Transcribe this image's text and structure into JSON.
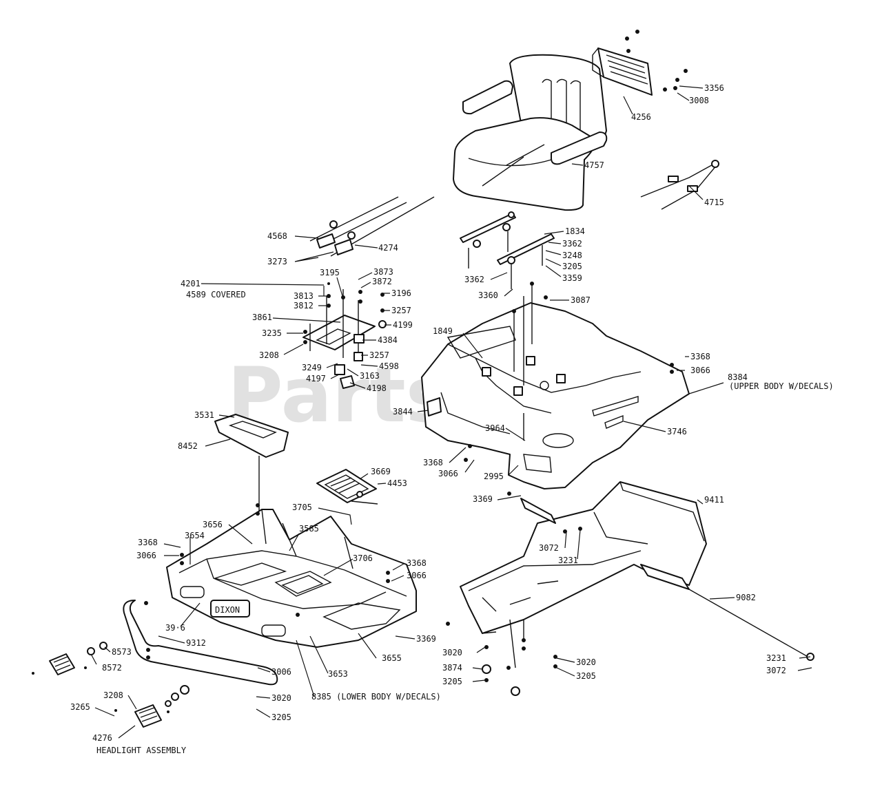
{
  "watermark": "PartsTree",
  "labels": {
    "l4256": "4256",
    "l3356": "3356",
    "l3008": "3008",
    "l4757": "4757",
    "l4715": "4715",
    "l4568": "4568",
    "l4274": "4274",
    "l3273": "3273",
    "l1834": "1834",
    "l3362a": "3362",
    "l3248": "3248",
    "l3205a": "3205",
    "l3359": "3359",
    "l3362b": "3362",
    "l3360": "3360",
    "l3087": "3087",
    "l4201": "4201",
    "l4589": "4589 COVERED",
    "l3195": "3195",
    "l3873": "3873",
    "l3872": "3872",
    "l3813": "3813",
    "l3812": "3812",
    "l3196": "3196",
    "l3257a": "3257",
    "l3861": "3861",
    "l4199": "4199",
    "l3235": "3235",
    "l4384": "4384",
    "l3208a": "3208",
    "l3257b": "3257",
    "l4598": "4598",
    "l3249": "3249",
    "l3163": "3163",
    "l4197": "4197",
    "l4198": "4198",
    "l1849": "1849",
    "l3368a": "3368",
    "l3066a": "3066",
    "l8384": "8384",
    "l8384d": "(UPPER BODY W/DECALS)",
    "l3844": "3844",
    "l3964": "3964",
    "l3746": "3746",
    "l3368b": "3368",
    "l3066b": "3066",
    "l2995": "2995",
    "l3531": "3531",
    "l8452": "8452",
    "l3669": "3669",
    "l4453": "4453",
    "l3369a": "3369",
    "l9411": "9411",
    "l3705": "3705",
    "l3656": "3656",
    "l3585": "3585",
    "l3368c": "3368",
    "l3654": "3654",
    "l3066c": "3066",
    "l3706": "3706",
    "l3368d": "3368",
    "l3066d": "3066",
    "l3072a": "3072",
    "l3231a": "3231",
    "l9082": "9082",
    "l3916": "39·6",
    "l9312": "9312",
    "l8573": "8573",
    "l8572": "8572",
    "l3369b": "3369",
    "l3655": "3655",
    "l3653": "3653",
    "l3020a": "3020",
    "l3874": "3874",
    "l3205b": "3205",
    "l3020b": "3020",
    "l3205c": "3205",
    "l3231b": "3231",
    "l3072b": "3072",
    "l3006": "3006",
    "l3020c": "3020",
    "l3205d": "3205",
    "l3208b": "3208",
    "l3265": "3265",
    "l4276": "4276",
    "l8385": "8385 (LOWER BODY W/DECALS)",
    "l4276d": "HEADLIGHT ASSEMBLY",
    "brand": "DIXON"
  }
}
